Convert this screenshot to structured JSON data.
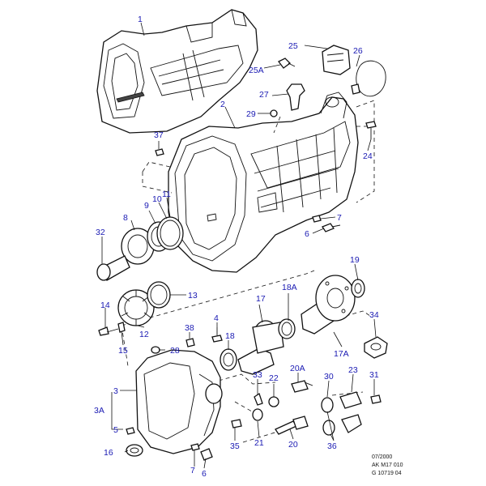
{
  "callout_color": "#1a1ab3",
  "callouts": {
    "c1": "1",
    "c2": "2",
    "c3": "3",
    "c3a": "3A",
    "c4": "4",
    "c5": "5",
    "c6a": "6",
    "c6b": "6",
    "c7a": "7",
    "c7b": "7",
    "c8": "8",
    "c9": "9",
    "c10": "10",
    "c11": "11",
    "c12": "12",
    "c13": "13",
    "c14": "14",
    "c15": "15",
    "c16": "16",
    "c17": "17",
    "c17a": "17A",
    "c18": "18",
    "c18a": "18A",
    "c19": "19",
    "c20": "20",
    "c20a": "20A",
    "c21": "21",
    "c22": "22",
    "c23": "23",
    "c24": "24",
    "c25": "25",
    "c25a": "25A",
    "c26": "26",
    "c27": "27",
    "c28": "28",
    "c29": "29",
    "c30": "30",
    "c31": "31",
    "c32": "32",
    "c33": "33",
    "c34": "34",
    "c35": "35",
    "c36": "36",
    "c37": "37",
    "c38": "38"
  },
  "footer": {
    "date": "07/2000",
    "ref": "AK M17 010",
    "code": "G 10719 04"
  }
}
